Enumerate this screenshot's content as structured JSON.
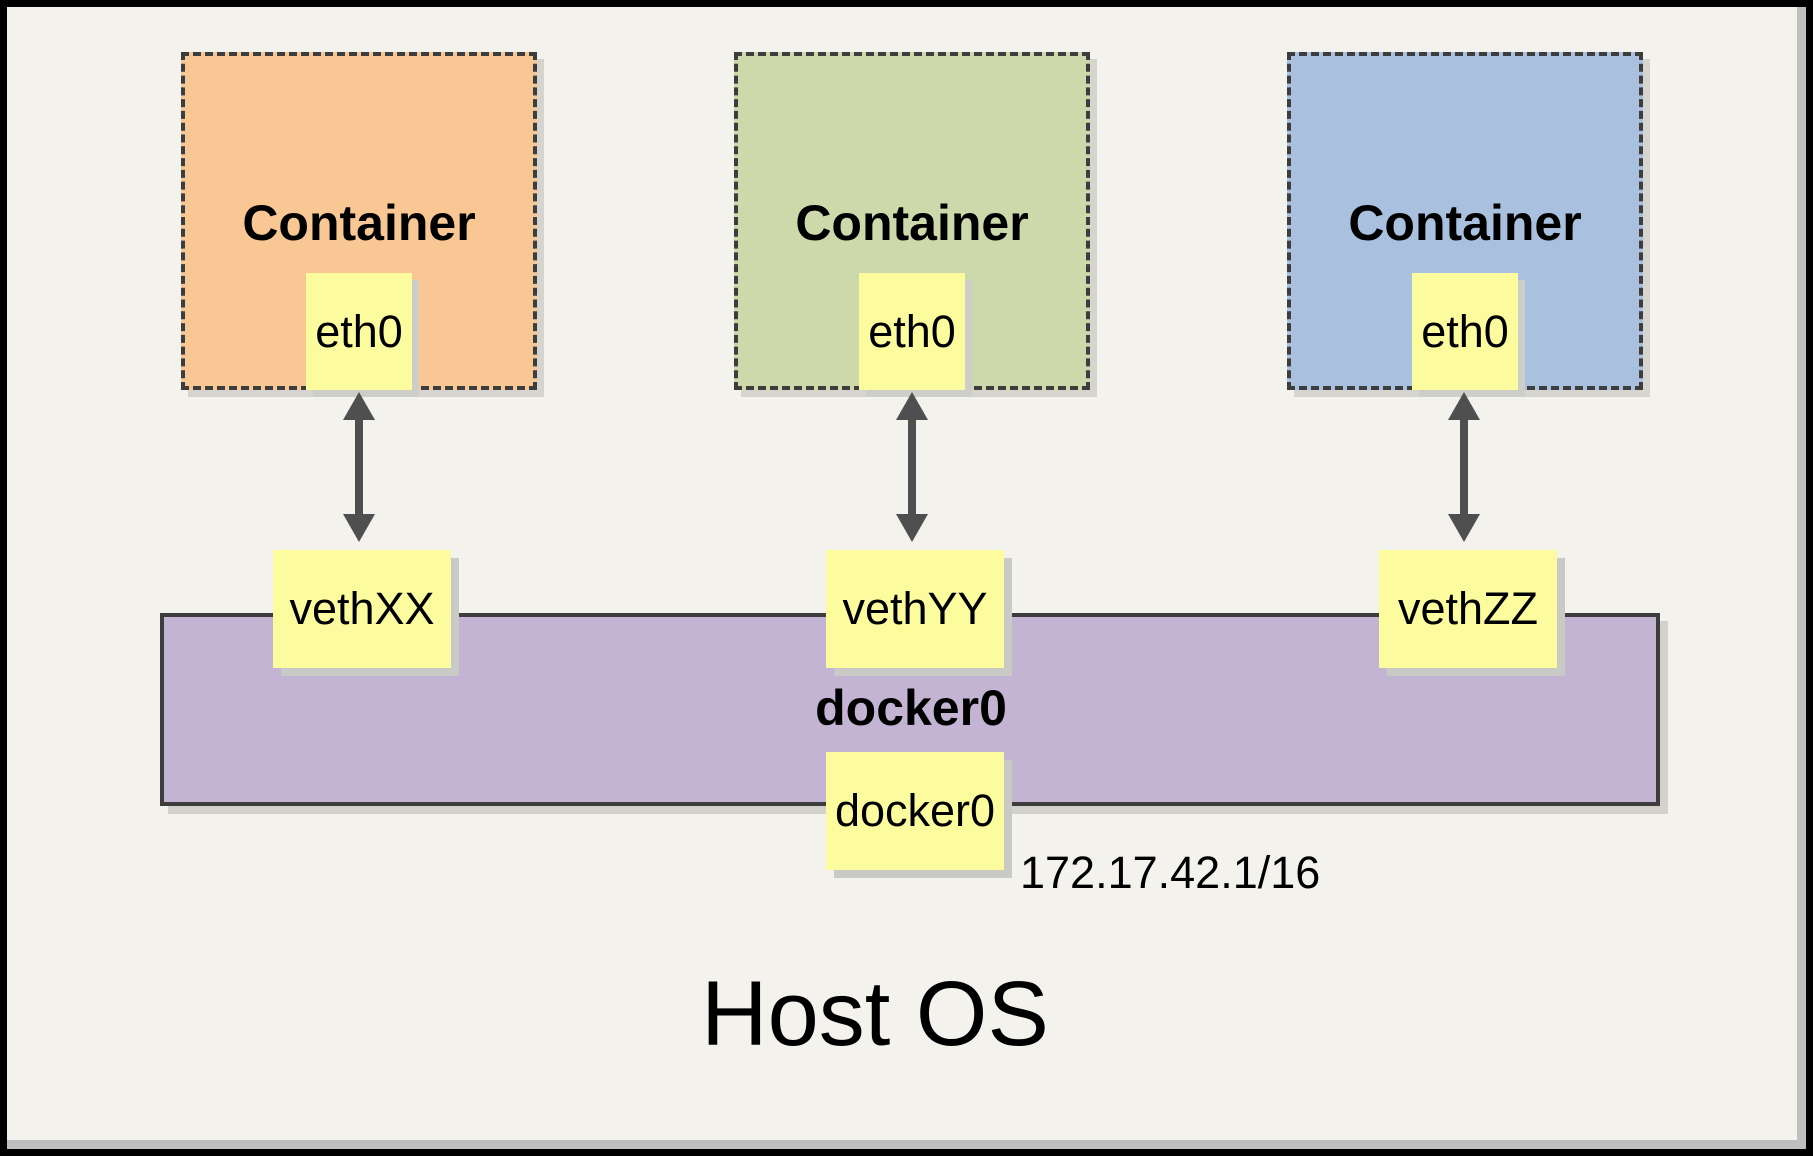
{
  "diagram": {
    "containers": [
      {
        "title": "Container",
        "interface_label": "eth0",
        "fill": "#f8c794"
      },
      {
        "title": "Container",
        "interface_label": "eth0",
        "fill": "#cdd9aa"
      },
      {
        "title": "Container",
        "interface_label": "eth0",
        "fill": "#a9c0de"
      }
    ],
    "veth_endpoints": [
      {
        "label": "vethXX"
      },
      {
        "label": "vethYY"
      },
      {
        "label": "vethZZ"
      }
    ],
    "bridge": {
      "label": "docker0",
      "interface_label": "docker0",
      "ip": "172.17.42.1/16",
      "fill": "#c4b4d3"
    },
    "host_label": "Host OS",
    "colors": {
      "background": "#f4f2ed",
      "note_yellow": "#fcfc9e",
      "arrow_gray": "#4f4f4f",
      "frame_black": "#000000"
    }
  }
}
